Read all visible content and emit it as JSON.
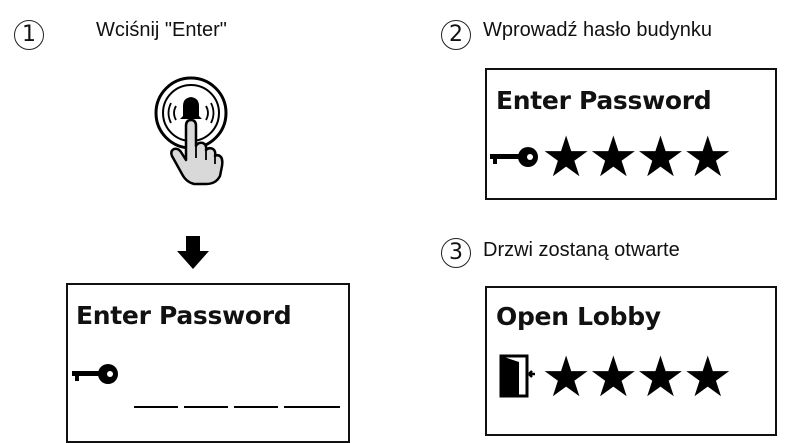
{
  "steps": [
    {
      "number": "1",
      "caption": "Wciśnij \"Enter\""
    },
    {
      "number": "2",
      "caption": "Wprowadź hasło budynku"
    },
    {
      "number": "3",
      "caption": "Drzwi zostaną otwarte"
    }
  ],
  "screens": {
    "initial": {
      "title": "Enter Password"
    },
    "entered": {
      "title": "Enter Password",
      "masked": "★★★★"
    },
    "opened": {
      "title": "Open Lobby",
      "masked": "★★★★"
    }
  },
  "icons": {
    "press_button": "bell-button-press-icon",
    "arrow": "arrow-down-icon",
    "key": "key-icon",
    "door": "door-open-icon"
  }
}
